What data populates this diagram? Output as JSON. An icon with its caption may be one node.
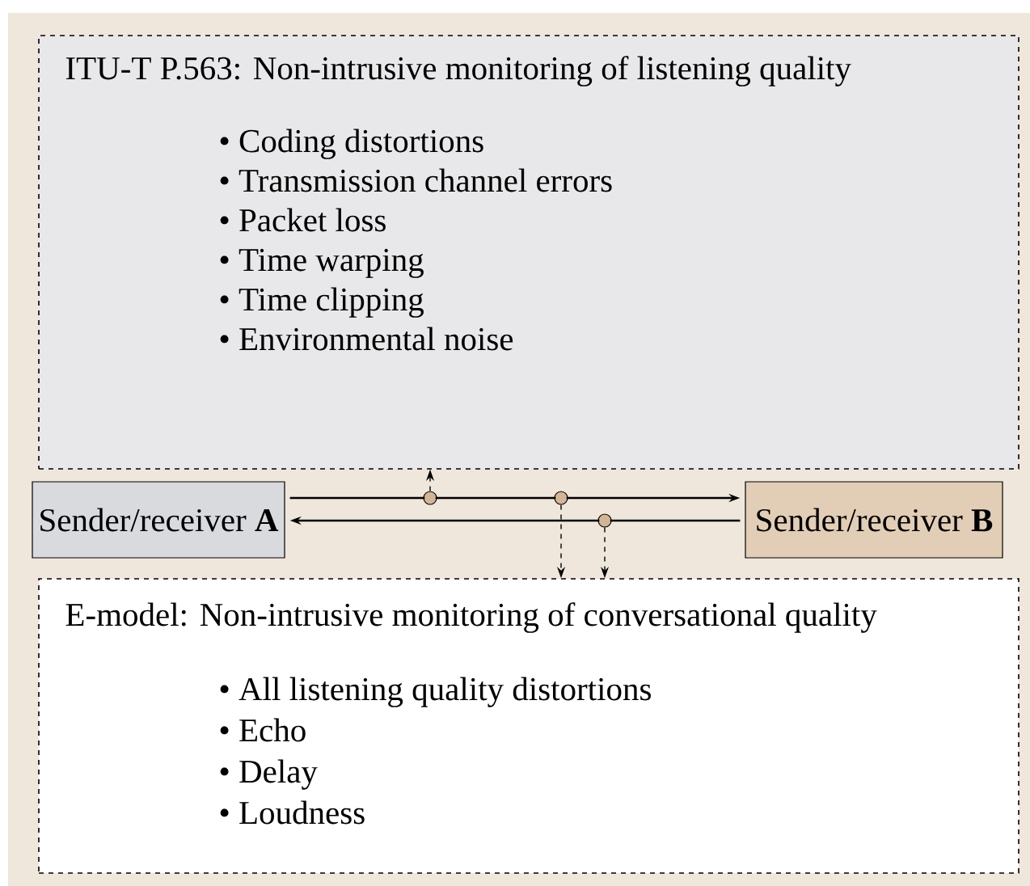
{
  "diagram": {
    "nodes": [
      {
        "text": [
          "ITU-T P.563: Non-intrusive monitoring of listening quality",
          "• Coding distortions",
          "• Transmission channel errors",
          "• Packet loss",
          "• Time warping",
          "• Time clipping",
          "• Environmental noise"
        ]
      },
      {
        "text": [
          "Sender/receiver **A**"
        ]
      },
      {
        "text": [
          "Sender/receiver **B**"
        ]
      },
      {
        "text": [
          "E-model: Non-intrusive monitoring of conversational quality",
          "• All listening quality distortions",
          "• Echo",
          "• Delay",
          "• Loudness"
        ]
      },
      {
        "text": [],
        "shape": "circle"
      },
      {
        "text": [],
        "shape": "circle"
      },
      {
        "text": [],
        "shape": "circle"
      }
    ],
    "edges": [
      {
        "from": 1,
        "to": 2,
        "arrow": "to"
      },
      {
        "from": 2,
        "to": 1,
        "arrow": "to"
      },
      {
        "from": 4,
        "to": 0,
        "arrow": "to",
        "style": "dashed"
      },
      {
        "from": 5,
        "to": 3,
        "arrow": "to",
        "style": "dashed"
      },
      {
        "from": 6,
        "to": 3,
        "arrow": "to",
        "style": "dashed"
      }
    ]
  }
}
